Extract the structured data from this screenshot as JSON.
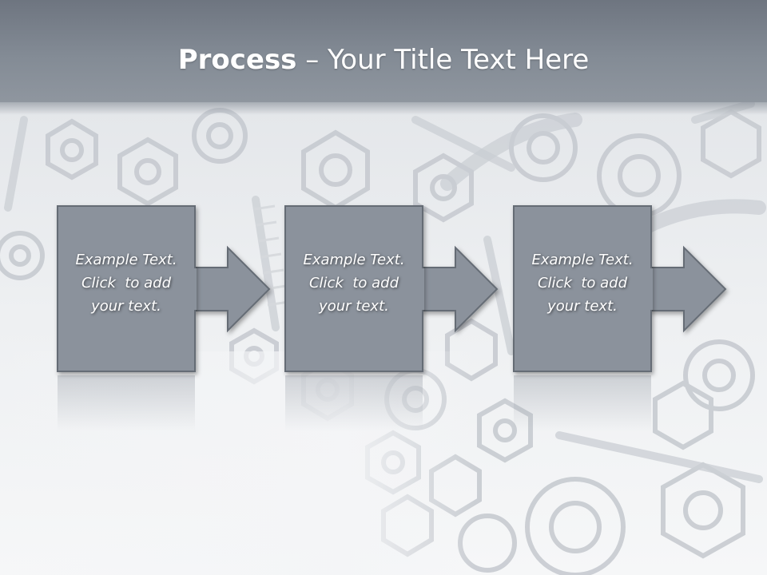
{
  "slide": {
    "title_bold": "Process",
    "title_rest": " – Your Title Text Here"
  },
  "process": {
    "steps": [
      {
        "lines": [
          "Example Text.",
          "Click  to add",
          "your text."
        ]
      },
      {
        "lines": [
          "Example Text.",
          "Click  to add",
          "your text."
        ]
      },
      {
        "lines": [
          "Example Text.",
          "Click  to add",
          "your text."
        ]
      }
    ]
  },
  "colors": {
    "title_band": "#7d858f",
    "box_fill": "#8b929c",
    "box_border": "#656c75",
    "text": "#ffffff"
  },
  "background": {
    "description_icon": "hardware-nuts-bolts-image"
  }
}
